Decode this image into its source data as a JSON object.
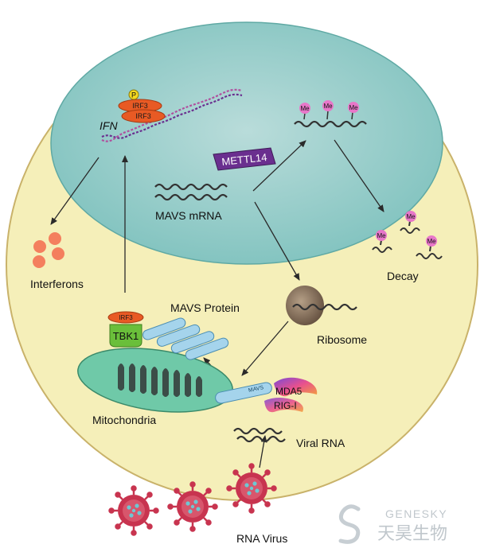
{
  "labels": {
    "ifn": "IFN",
    "irf3_top": "IRF3",
    "irf3_bottom": "IRF3",
    "phospho": "P",
    "mettl14": "METTL14",
    "mavs_mrna": "MAVS mRNA",
    "me": "Me",
    "decay": "Decay",
    "interferons": "Interferons",
    "mavs_protein": "MAVS Protein",
    "irf3_tbk": "IRF3",
    "tbk1": "TBK1",
    "ribosome": "Ribosome",
    "mitochondria": "Mitochondria",
    "mavs_small": "MAVS",
    "mda5": "MDA5",
    "rig1": "RIG-I",
    "viral_rna": "Viral RNA",
    "rna_virus": "RNA Virus"
  },
  "logo": {
    "brand_en": "GENESKY",
    "brand_cn": "天昊生物"
  },
  "colors": {
    "cell_fill": "#f5efb9",
    "cell_stroke": "#c9b26a",
    "nucleus_fill": "#96cdca",
    "mettl14": "#6a2f8f",
    "irf3": "#e85a24",
    "tbk1": "#6abf3a",
    "interferon": "#f47f5e",
    "me_dot": "#e877c9",
    "mito": "#6fc9a8",
    "mavs": "#a5d4ec",
    "virus": "#c8344f"
  }
}
